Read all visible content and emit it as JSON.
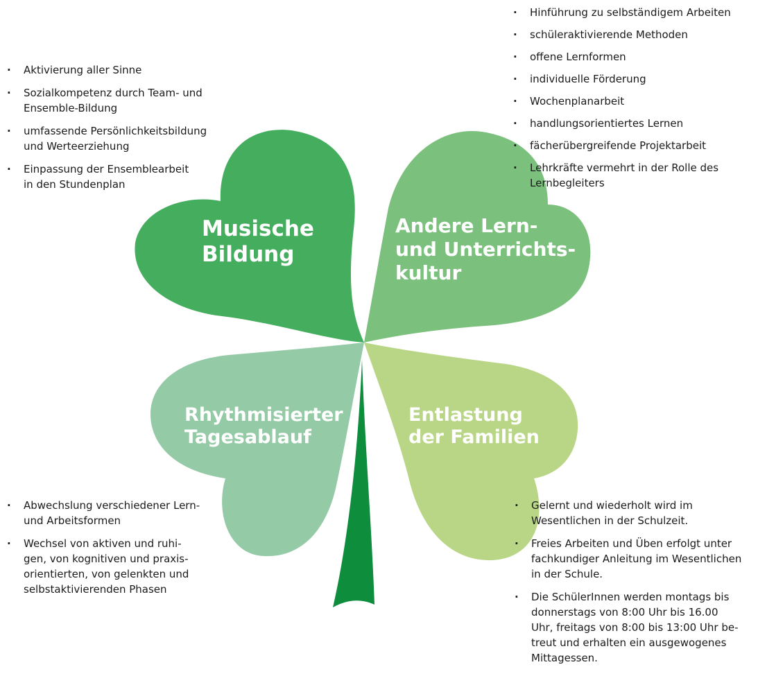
{
  "colors": {
    "leaf_top_left": "#45ad5e",
    "leaf_top_right": "#7cc07e",
    "leaf_bottom_left": "#94caa6",
    "leaf_bottom_right": "#b9d686",
    "stem": "#0e8d3c"
  },
  "leaves": {
    "top_left": {
      "lines": [
        "Musische",
        "Bildung"
      ]
    },
    "top_right": {
      "lines": [
        "Andere Lern-",
        "und Unterrichts-",
        "kultur"
      ]
    },
    "bottom_left": {
      "lines": [
        "Rhythmisierter",
        "Tagesablauf"
      ]
    },
    "bottom_right": {
      "lines": [
        "Entlastung",
        "der Familien"
      ]
    }
  },
  "lists": {
    "top_left": [
      [
        "Aktivierung aller Sinne"
      ],
      [
        "Sozialkompetenz durch Team- und",
        "Ensemble-Bildung"
      ],
      [
        "umfassende Persönlichkeitsbildung",
        "und Werteerziehung"
      ],
      [
        "Einpassung der Ensemblearbeit",
        "in den Stundenplan"
      ]
    ],
    "top_right": [
      [
        "Hinführung zu selbständigem Arbeiten"
      ],
      [
        "schüleraktivierende Methoden"
      ],
      [
        "offene Lernformen"
      ],
      [
        "individuelle Förderung"
      ],
      [
        "Wochenplanarbeit"
      ],
      [
        "handlungsorientiertes Lernen"
      ],
      [
        "fächerübergreifende Projektarbeit"
      ],
      [
        "Lehrkräfte vermehrt in der Rolle des",
        "Lernbegleiters"
      ]
    ],
    "bottom_left": [
      [
        "Abwechslung verschiedener  Lern-",
        "und Arbeitsformen"
      ],
      [
        "Wechsel von aktiven und ruhi-",
        "gen, von kognitiven und praxis-",
        "orientierten, von gelenkten und",
        "selbstaktivierenden Phasen"
      ]
    ],
    "bottom_right": [
      [
        "Gelernt und wiederholt wird im",
        "Wesentlichen in der Schulzeit."
      ],
      [
        "Freies Arbeiten und Üben erfolgt unter",
        "fachkundiger Anleitung im Wesentlichen",
        "in der Schule."
      ],
      [
        "Die SchülerInnen werden montags bis",
        "donnerstags von 8:00 Uhr bis 16.00",
        "Uhr, freitags von 8:00 bis 13:00 Uhr be-",
        "treut und erhalten ein ausgewogenes",
        "Mittagessen."
      ]
    ]
  }
}
